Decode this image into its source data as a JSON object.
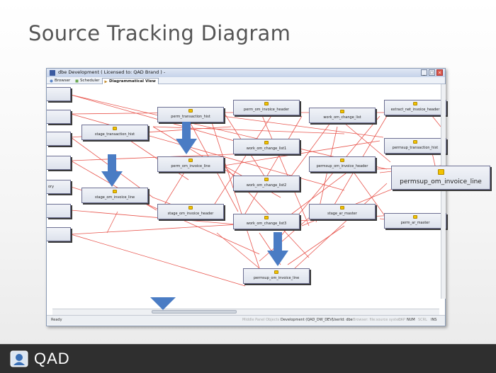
{
  "slide": {
    "title": "Source Tracking Diagram",
    "brand": "QAD"
  },
  "window": {
    "title": "dbe Development  ( Licensed to: QAD Brand )  -",
    "tabs": [
      {
        "label": "Browser",
        "active": false
      },
      {
        "label": "Scheduler",
        "active": false
      },
      {
        "label": "Diagrammatical View",
        "active": true
      }
    ]
  },
  "diagram": {
    "side_items": [
      "",
      "",
      "",
      "",
      "ory",
      "",
      ""
    ],
    "nodes": {
      "stage_transaction_hist": "stage_transaction_hist",
      "perm_transaction_hist": "perm_transaction_hist",
      "perm_om_invoice_header": "perm_om_invoice_header",
      "work_om_change_list": "work_om_change_list",
      "extract_net_invoice_header": "extract_net_invoice_header",
      "work_om_change_list1": "work_om_change_list1",
      "permsup_transaction_hist": "permsup_transaction_hist",
      "perm_om_invoice_line": "perm_om_invoice_line",
      "permsup_om_invoice_header": "permsup_om_invoice_header",
      "stage_om_invoice_line": "stage_om_invoice_line",
      "work_om_change_list2": "work_om_change_list2",
      "permsup_om_invoice_line_big": "permsup_om_invoice_line",
      "stage_om_invoice_header": "stage_om_invoice_header",
      "stage_ar_master": "stage_ar_master",
      "perm_ar_master": "perm_ar_master",
      "work_om_change_list3": "work_om_change_list3",
      "permsup_om_invoice_line": "permsup_om_invoice_line"
    },
    "highlight_color": "#4a7cc4",
    "link_color": "#e8554d",
    "key_icon": "key-icon"
  },
  "status": {
    "ready": "Ready",
    "middle_faded": "Middle Panel Objects",
    "connection": "Development (QAD_DW_DEV)",
    "user": "UserId: dbe",
    "system_faded": "Browser: file:source system",
    "caps": "CAP",
    "num": "NUM",
    "scrl": "SCRL",
    "ins": "INS"
  }
}
